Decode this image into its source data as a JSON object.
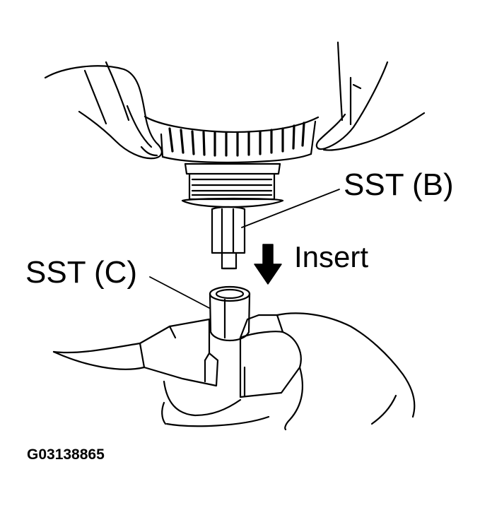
{
  "labels": {
    "sst_b": "SST (B)",
    "sst_c": "SST (C)",
    "insert": "Insert"
  },
  "figure_code": "G03138865",
  "colors": {
    "line": "#000000",
    "background": "#ffffff"
  }
}
